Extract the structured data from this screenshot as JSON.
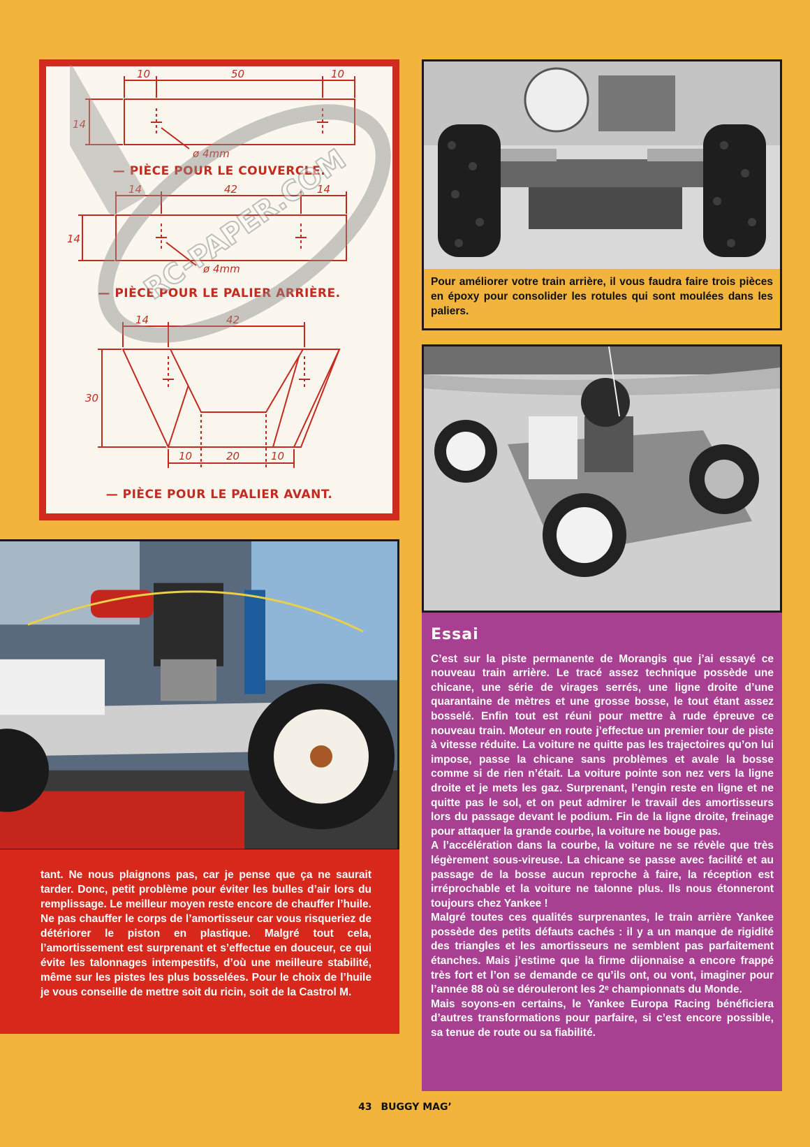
{
  "diagram": {
    "captions": {
      "cover": "— PIÈCE POUR LE COUVERCLE.",
      "rear": "— PIÈCE POUR LE PALIER ARRIÈRE.",
      "front": "— PIÈCE POUR LE PALIER AVANT."
    },
    "piece1": {
      "left": "10",
      "middle": "50",
      "right": "10",
      "height": "14",
      "hole": "ø 4mm"
    },
    "piece2": {
      "left": "14",
      "middle": "42",
      "right": "14",
      "height": "14",
      "hole": "ø 4mm"
    },
    "piece3": {
      "top_left": "14",
      "top_middle": "42",
      "height": "30",
      "bottom_left": "10",
      "bottom_middle": "20",
      "bottom_right": "10"
    }
  },
  "watermark": "RC-PAPER.COM",
  "photo_caption": "Pour améliorer votre train arrière, il vous faudra faire trois pièces en époxy pour consolider les rotules qui sont moulées dans les paliers.",
  "red_text": "tant. Ne nous plaignons pas, car je pense que ça ne saurait tarder. Donc, petit problème pour éviter les bulles d’air lors du remplissage. Le meilleur moyen reste encore de chauffer l’huile. Ne pas chauffer le corps de l’amortisseur car vous risqueriez de détériorer le piston en plastique. Malgré tout cela, l’amortissement est surprenant et s’effectue en douceur, ce qui évite les talonnages intempestifs, d’où une meilleure stabilité, même sur les pistes les plus bosselées. Pour le choix de l’huile je vous conseille de mettre soit du ricin, soit de la Castrol M.",
  "essay": {
    "title": "Essai",
    "paragraphs": [
      "C’est sur la piste permanente de Morangis que j’ai essayé ce nouveau train arrière. Le tracé assez technique possède une chicane, une série de virages serrés, une ligne droite d’une quarantaine de mètres et une grosse bosse, le tout étant assez bosselé. Enfin tout est réuni pour mettre à rude épreuve ce nouveau train. Moteur en route j’effectue un premier tour de piste à vitesse réduite. La voiture ne quitte pas les trajectoires qu’on lui impose, passe la chicane sans problèmes et avale la bosse comme si de rien n’était. La voiture pointe son nez vers la ligne droite et je mets les gaz. Surprenant, l’engin reste en ligne et ne quitte pas le sol, et on peut admirer le travail des amortisseurs lors du passage devant le podium. Fin de la ligne droite, freinage pour attaquer la grande courbe, la voiture ne bouge pas.",
      "A l’accélération dans la courbe, la voiture ne se révèle que très légèrement sous-vireuse. La chicane se passe avec facilité et au passage de la bosse aucun reproche à faire, la réception est irréprochable et la voiture ne talonne plus. Ils nous étonneront toujours chez Yankee !",
      "Malgré toutes ces qualités surprenantes, le train arrière Yankee possède des petits défauts cachés : il y a un manque de rigidité des triangles et les amortisseurs ne semblent pas parfaitement étanches. Mais j’estime que la firme dijonnaise a encore frappé très fort et l’on se demande ce qu’ils ont, ou vont, imaginer pour l’année 88 où se dérouleront les 2ᵉ championnats du Monde.",
      "Mais soyons-en certains, le Yankee Europa Racing bénéficiera d’autres transformations pour parfaire, si c’est encore possible, sa tenue de route ou sa fiabilité."
    ]
  },
  "footer": {
    "page_number": "43",
    "magazine": "BUGGY MAG’"
  }
}
